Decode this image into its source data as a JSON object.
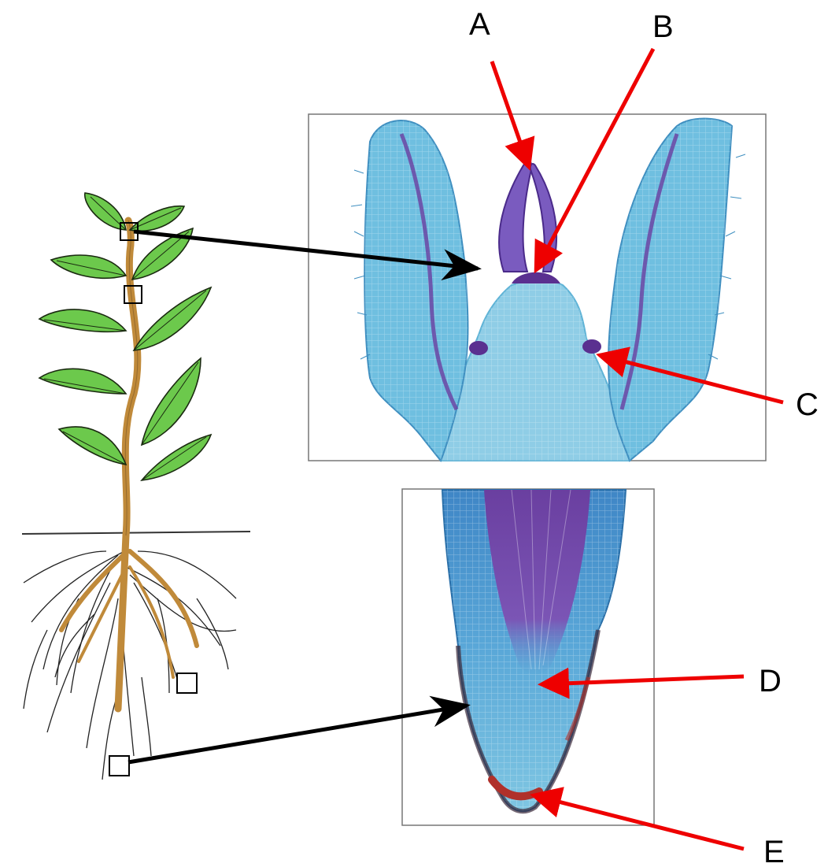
{
  "labels": {
    "a": "A",
    "b": "B",
    "c": "C",
    "d": "D",
    "e": "E"
  },
  "colors": {
    "label_arrow": "#ee0000",
    "pointer_arrow": "#000000",
    "leaf": "#6cc94c",
    "stem": "#c08a3a",
    "tissue_blue": "#5fb3d6",
    "tissue_purple": "#6a3fa0",
    "root_cap_red": "#b0302a"
  }
}
